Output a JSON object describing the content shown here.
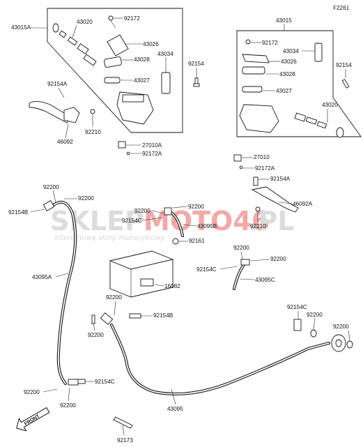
{
  "figure_code": "F2261",
  "watermark": {
    "brand_left": "SKLEP",
    "brand_mid": "MOTO46",
    "brand_right": ".PL",
    "tagline": "internetowy sklep motocyklowy"
  },
  "front_label": "FRONT",
  "labels": {
    "l43015A": "43015A",
    "l43020_l": "43020",
    "l92172_l": "92172",
    "l43026_l": "43026",
    "l43034_l": "43034",
    "l43028_l": "43028",
    "l43027_l": "43027",
    "l92154A_l": "92154A",
    "l92154_l": "92154",
    "l92210_l": "92210",
    "l46092": "46092",
    "l27010A": "27010A",
    "l92172A_l": "92172A",
    "l43015": "43015",
    "l92172_r": "92172",
    "l43034_r": "43034",
    "l43026_r": "43026",
    "l43028_r": "43028",
    "l92154_r": "92154",
    "l43027_r": "43027",
    "l43020_r": "43020",
    "l27010": "27010",
    "l92172A_r": "92172A",
    "l92154A_r": "92154A",
    "l46092A": "46092A",
    "l92210_r": "92210",
    "l92200_a": "92200",
    "l92200_b": "92200",
    "l92154B_l": "92154B",
    "l43095A": "43095A",
    "l92200_c": "92200",
    "l92200_d": "92200",
    "l92154C_m": "92154C",
    "l43095B": "43095B",
    "l92161": "92161",
    "l16082": "16082",
    "l92200_e": "92200",
    "l92200_f": "92200",
    "l92154C_r": "92154C",
    "l43095C": "43095C",
    "l92200_g": "92200",
    "l92154B_b": "92154B",
    "l92200_h": "92200",
    "l92154C_r2": "92154C",
    "l92200_i": "92200",
    "l92200_j": "92200",
    "l92200_k": "92200",
    "l92154C_b": "92154C",
    "l92200_l": "92200",
    "l43095": "43095",
    "l92173": "92173"
  }
}
